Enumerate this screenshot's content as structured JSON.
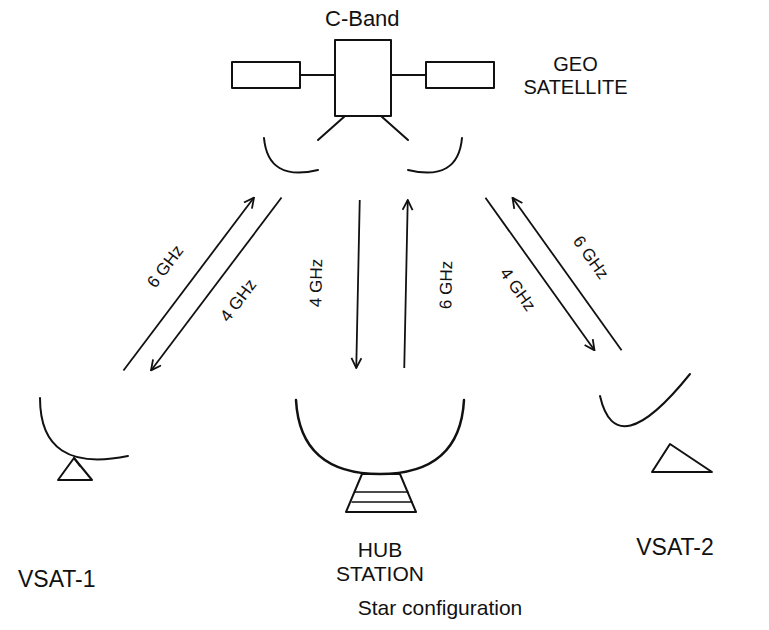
{
  "diagram": {
    "caption": "Star configuration",
    "nodes": [
      {
        "text": [
          "C-Band",
          "GEO SATELLITE"
        ]
      },
      {
        "text": [
          "VSAT-1"
        ]
      },
      {
        "text": [
          "HUB STATION"
        ]
      },
      {
        "text": [
          "VSAT-2"
        ]
      }
    ],
    "edges": [
      {
        "from": 1,
        "to": 0,
        "label": "6 GHz",
        "arrow": "to"
      },
      {
        "from": 0,
        "to": 1,
        "label": "4 GHz",
        "arrow": "to"
      },
      {
        "from": 0,
        "to": 2,
        "label": "4 GHz",
        "arrow": "to"
      },
      {
        "from": 2,
        "to": 0,
        "label": "6 GHz",
        "arrow": "to"
      },
      {
        "from": 3,
        "to": 0,
        "label": "6 GHz",
        "arrow": "to"
      },
      {
        "from": 0,
        "to": 3,
        "label": "4 GHz",
        "arrow": "to"
      }
    ]
  }
}
